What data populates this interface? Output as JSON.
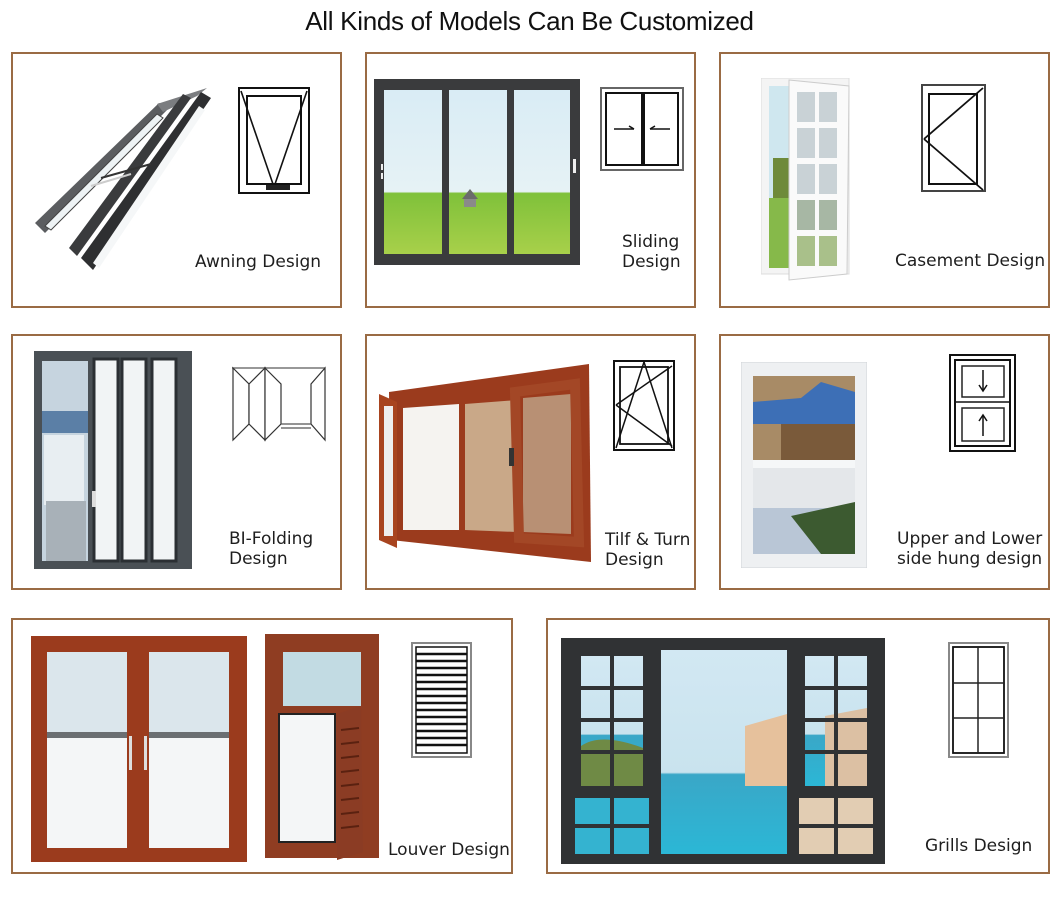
{
  "title": "All Kinds of Models Can Be Customized",
  "colors": {
    "card_border": "#9a6b44",
    "dark_frame": "#2f3032",
    "wood_frame": "#9b3b1d",
    "sky": "#d6e9f2",
    "grass": "#8cc43d",
    "water": "#3fb3cf"
  },
  "cards": [
    {
      "id": "awning",
      "label": "Awning Design",
      "diagram_icon": "awning-window-diagram-icon",
      "photo": "awning-window-photo"
    },
    {
      "id": "sliding",
      "label": "Sliding\nDesign",
      "diagram_icon": "sliding-window-diagram-icon",
      "photo": "sliding-door-photo"
    },
    {
      "id": "casement",
      "label": "Casement Design",
      "diagram_icon": "casement-window-diagram-icon",
      "photo": "casement-door-photo"
    },
    {
      "id": "bifolding",
      "label": "BI-Folding\nDesign",
      "diagram_icon": "bifolding-door-diagram-icon",
      "photo": "bifolding-door-photo"
    },
    {
      "id": "tilt-turn",
      "label": "Tilf & Turn\nDesign",
      "diagram_icon": "tilt-turn-window-diagram-icon",
      "photo": "tilt-turn-window-photo"
    },
    {
      "id": "upper-lower",
      "label": "Upper and Lower\nside hung design",
      "diagram_icon": "hung-window-diagram-icon",
      "photo": "hung-window-photo"
    },
    {
      "id": "louver",
      "label": "Louver Design",
      "diagram_icon": "louver-diagram-icon",
      "photo": "louver-doors-photo"
    },
    {
      "id": "grills",
      "label": "Grills Design",
      "diagram_icon": "grills-window-diagram-icon",
      "photo": "grills-window-photo"
    }
  ]
}
